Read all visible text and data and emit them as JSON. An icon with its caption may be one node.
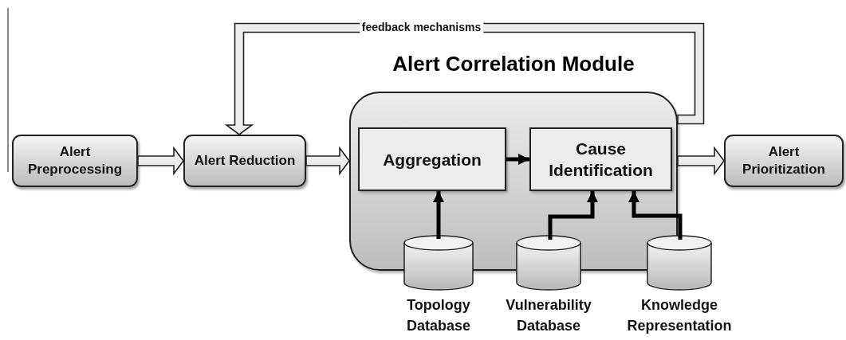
{
  "diagram": {
    "nodes": [
      {
        "text": [
          "Alert Preprocessing"
        ]
      },
      {
        "text": [
          "Alert Reduction"
        ]
      },
      {
        "text": [
          "Alert Correlation Module"
        ]
      },
      {
        "text": [
          "Aggregation"
        ],
        "in": 2
      },
      {
        "text": [
          "Cause Identification"
        ],
        "in": 2
      },
      {
        "text": [
          "Topology Database"
        ]
      },
      {
        "text": [
          "Vulnerability Database"
        ]
      },
      {
        "text": [
          "Knowledge Representation"
        ]
      },
      {
        "text": [
          "Alert Prioritization"
        ]
      }
    ],
    "edges": [
      {
        "from": 0,
        "to": 1,
        "arrow": "to",
        "style": "thick"
      },
      {
        "from": 1,
        "to": 2,
        "arrow": "to",
        "style": "thick"
      },
      {
        "from": 3,
        "to": 4,
        "arrow": "to"
      },
      {
        "from": 5,
        "to": 3,
        "arrow": "to"
      },
      {
        "from": 6,
        "to": 4,
        "arrow": "to"
      },
      {
        "from": 7,
        "to": 4,
        "arrow": "to"
      },
      {
        "from": 2,
        "to": 8,
        "arrow": "to",
        "style": "thick"
      },
      {
        "from": 2,
        "to": 1,
        "arrow": "to",
        "style": "thick",
        "label": "feedback mechanisms"
      }
    ]
  }
}
